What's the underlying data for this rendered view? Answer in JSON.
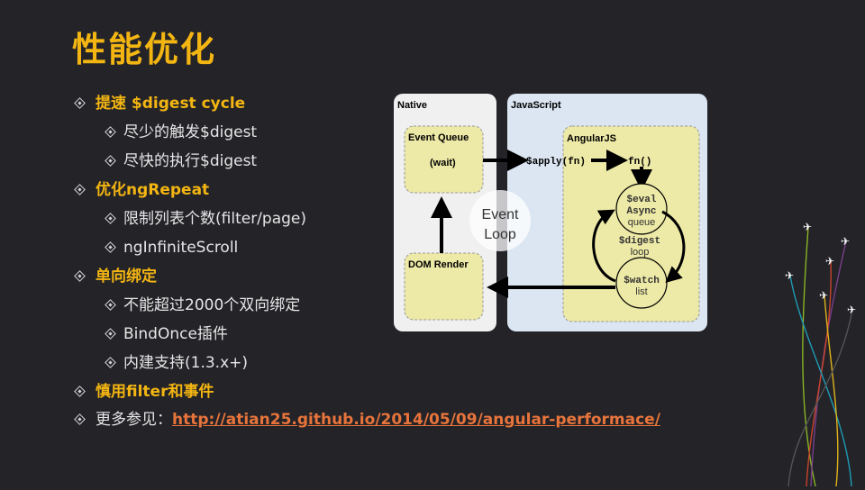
{
  "title": "性能优化",
  "bullets": [
    {
      "level": 1,
      "text": "提速 $digest cycle"
    },
    {
      "level": 2,
      "text": "尽少的触发$digest"
    },
    {
      "level": 2,
      "text": "尽快的执行$digest"
    },
    {
      "level": 1,
      "text": "优化ngRepeat"
    },
    {
      "level": 2,
      "text": "限制列表个数(filter/page)"
    },
    {
      "level": 2,
      "text": "ngInfiniteScroll"
    },
    {
      "level": 1,
      "text": "单向绑定"
    },
    {
      "level": 2,
      "text": "不能超过2000个双向绑定"
    },
    {
      "level": 2,
      "text": "BindOnce插件"
    },
    {
      "level": 2,
      "text": "内建支持(1.3.x+)"
    },
    {
      "level": 1,
      "text": "慎用filter和事件"
    }
  ],
  "more": {
    "label": "更多参见：",
    "url": "http://atian25.github.io/2014/05/09/angular-performace/"
  },
  "diagram": {
    "native": "Native",
    "javascript": "JavaScript",
    "event_queue": "Event Queue",
    "wait": "(wait)",
    "dom_render": "DOM Render",
    "event": "Event",
    "loop": "Loop",
    "angularjs": "AngularJS",
    "apply": "$apply(fn)",
    "fn": "fn()",
    "eval1": "$eval",
    "eval2": "Async",
    "eval3": "queue",
    "digest1": "$digest",
    "digest2": "loop",
    "watch1": "$watch",
    "watch2": "list"
  },
  "colors": {
    "title": "#f3b512",
    "link": "#e8743b",
    "background": "#232328"
  }
}
